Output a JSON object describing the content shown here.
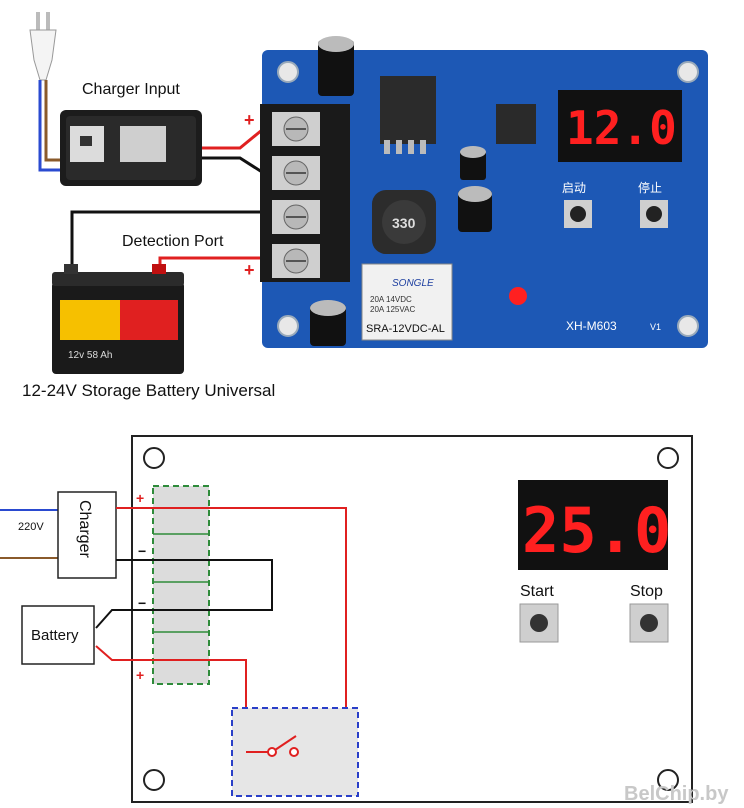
{
  "photo": {
    "charger_input_label": "Charger Input",
    "detection_port_label": "Detection Port",
    "battery_caption": "12-24V Storage Battery Universal",
    "display_value": "12.0",
    "start_label_cn": "启动",
    "stop_label_cn": "停止",
    "inductor_code": "330",
    "relay_model": "SRA-12VDC-AL",
    "relay_brand": "SONGLE",
    "relay_rating_1": "20A 14VDC",
    "relay_rating_2": "20A 125VAC",
    "board_model": "XH-M603",
    "board_version": "V1",
    "battery_voltage_text": "12v 58 Ah",
    "plus_sign": "+"
  },
  "schematic": {
    "mains_label": "220V",
    "charger_label": "Charger",
    "battery_label": "Battery",
    "display_value": "25.0",
    "start_label": "Start",
    "stop_label": "Stop",
    "plus_sign": "+",
    "minus_sign": "−"
  },
  "watermark": "BelChip.by",
  "colors": {
    "board_blue": "#1d58b5",
    "led_red": "#ff2020",
    "wire_red": "#e02020",
    "wire_black": "#111111",
    "terminal_green": "#2e8b3a",
    "relay_box_blue": "#2a3fc8"
  }
}
